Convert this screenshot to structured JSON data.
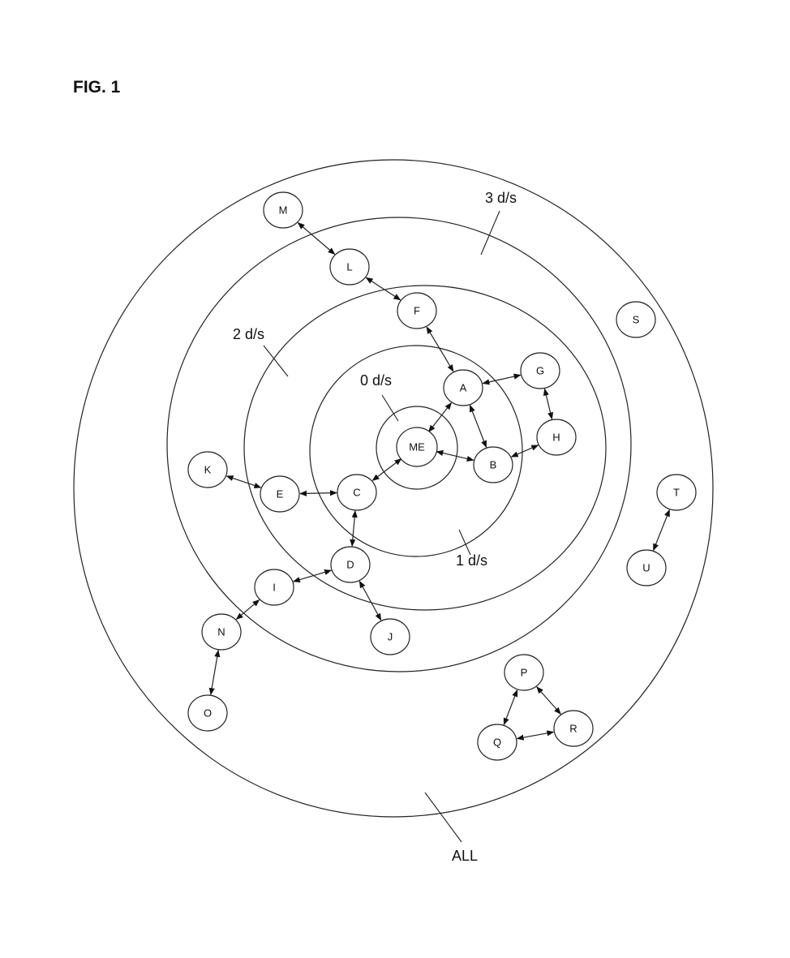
{
  "figure_title": "FIG. 1",
  "ring_labels": {
    "zero": "0 d/s",
    "one": "1 d/s",
    "two": "2 d/s",
    "three": "3 d/s",
    "all": "ALL"
  },
  "nodes": [
    "ME",
    "A",
    "B",
    "C",
    "D",
    "E",
    "F",
    "G",
    "H",
    "I",
    "J",
    "K",
    "L",
    "M",
    "N",
    "O",
    "P",
    "Q",
    "R",
    "S",
    "T",
    "U"
  ],
  "edges": [
    [
      "ME",
      "A"
    ],
    [
      "ME",
      "B"
    ],
    [
      "ME",
      "C"
    ],
    [
      "A",
      "F"
    ],
    [
      "A",
      "G"
    ],
    [
      "A",
      "B"
    ],
    [
      "G",
      "H"
    ],
    [
      "H",
      "B"
    ],
    [
      "C",
      "E"
    ],
    [
      "C",
      "D"
    ],
    [
      "E",
      "K"
    ],
    [
      "D",
      "I"
    ],
    [
      "D",
      "J"
    ],
    [
      "I",
      "N"
    ],
    [
      "N",
      "O"
    ],
    [
      "F",
      "L"
    ],
    [
      "L",
      "M"
    ],
    [
      "P",
      "Q"
    ],
    [
      "P",
      "R"
    ],
    [
      "Q",
      "R"
    ],
    [
      "T",
      "U"
    ]
  ]
}
